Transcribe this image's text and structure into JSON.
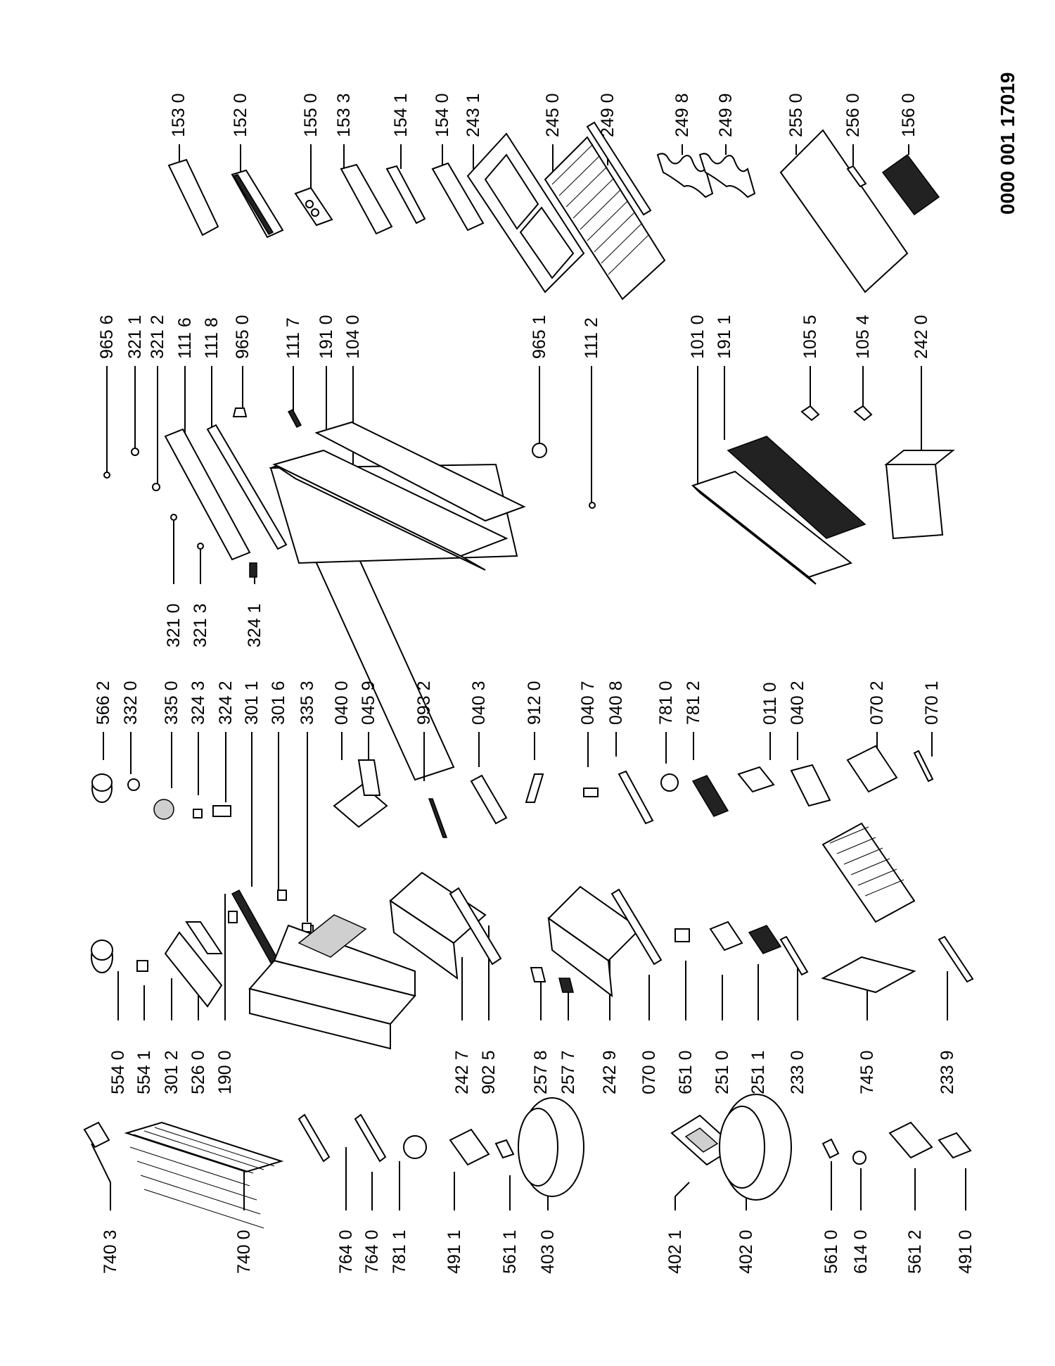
{
  "drawing_code": "0000 001 17019",
  "labels": [
    "153 0",
    "152 0",
    "155 0",
    "153 3",
    "154 1",
    "154 0",
    "243 1",
    "245 0",
    "249 0",
    "249 8",
    "249 9",
    "255 0",
    "256 0",
    "156 0",
    "965 6",
    "321 1",
    "321 2",
    "111 6",
    "111 8",
    "965 0",
    "111 7",
    "191 0",
    "104 0",
    "965 1",
    "111 2",
    "101 0",
    "191 1",
    "105 5",
    "105 4",
    "242 0",
    "321 0",
    "321 3",
    "324 1",
    "566 2",
    "332 0",
    "335 0",
    "324 3",
    "324 2",
    "301 1",
    "301 6",
    "335 3",
    "040 0",
    "045 9",
    "993 2",
    "040 3",
    "912 0",
    "040 7",
    "040 8",
    "781 0",
    "781 2",
    "011 0",
    "040 2",
    "070 2",
    "070 1",
    "554 0",
    "554 1",
    "301 2",
    "526 0",
    "190 0",
    "242 7",
    "902 5",
    "257 8",
    "257 7",
    "242 9",
    "070 0",
    "651 0",
    "251 0",
    "251 1",
    "233 0",
    "745 0",
    "233 9",
    "740 3",
    "740 0",
    "764 0",
    "764 0",
    "781 1",
    "491 1",
    "561 1",
    "403 0",
    "402 1",
    "402 0",
    "561 0",
    "614 0",
    "561 2",
    "491 0"
  ]
}
